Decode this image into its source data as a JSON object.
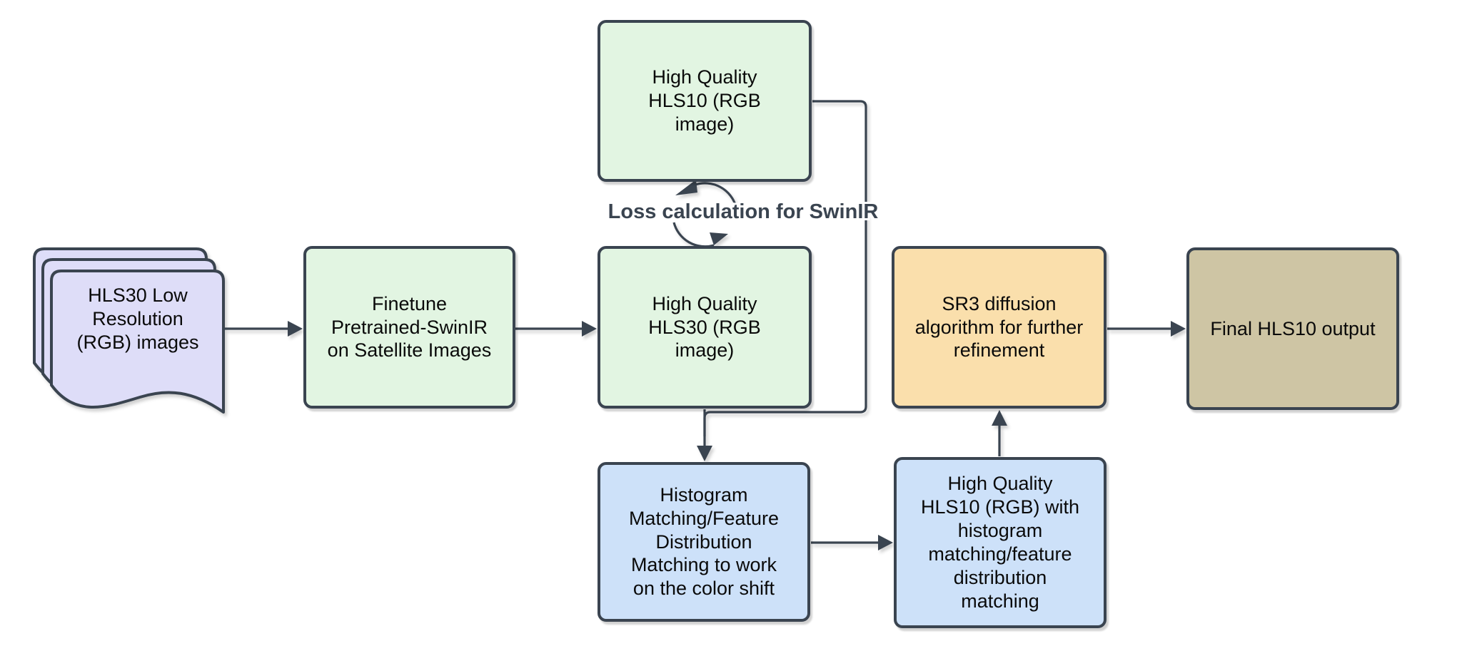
{
  "diagram": {
    "background": "#ffffff",
    "annotation": {
      "loss_label": "Loss calculation for SwinIR"
    },
    "nodes": {
      "input_docs": {
        "shape": "multi-document",
        "label": [
          "HLS30 Low",
          "Resolution",
          "(RGB) images"
        ]
      },
      "finetune": {
        "label": [
          "Finetune",
          "Pretrained-SwinIR",
          "on Satellite Images"
        ]
      },
      "hq_hls10": {
        "label": [
          "High Quality",
          "HLS10 (RGB",
          "image)"
        ]
      },
      "hq_hls30": {
        "label": [
          "High Quality",
          "HLS30 (RGB",
          "image)"
        ]
      },
      "sr3": {
        "label": [
          "SR3 diffusion",
          "algorithm for further",
          "refinement"
        ]
      },
      "final_output": {
        "label": "Final HLS10 output"
      },
      "histogram": {
        "label": [
          "Histogram",
          "Matching/Feature",
          "Distribution",
          "Matching to work",
          "on the color shift"
        ]
      },
      "hls10_hist": {
        "label": [
          "High Quality",
          "HLS10 (RGB) with",
          "histogram",
          "matching/feature",
          "distribution",
          "matching"
        ]
      }
    },
    "colors": {
      "line": "#3a4450",
      "lavender": "#deddf8",
      "green": "#e2f5e2",
      "orange": "#fadfac",
      "tan": "#cec5a4",
      "blue": "#cde1f9"
    }
  }
}
